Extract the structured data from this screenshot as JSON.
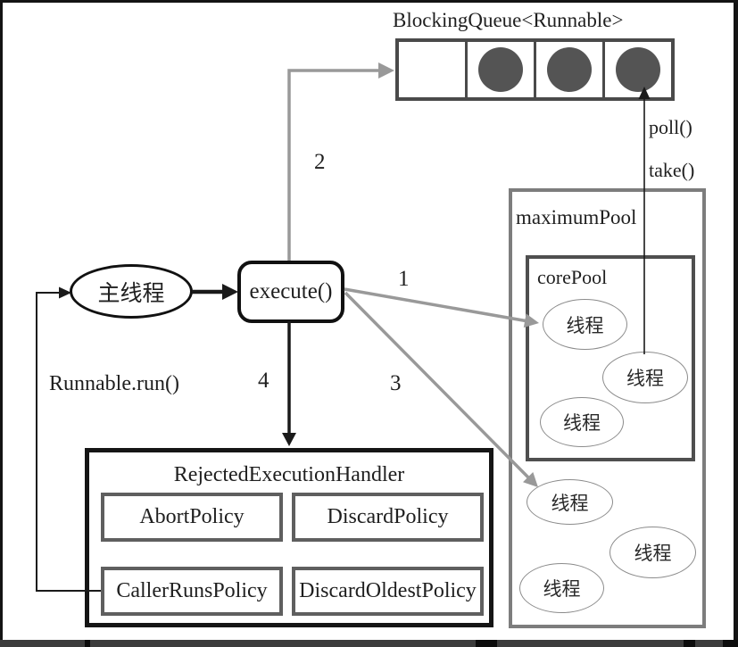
{
  "colors": {
    "ink": "#1a1a1a",
    "arrow_gray": "#999999",
    "queue_border": "#4a4a4a",
    "pool_border": "#7d7d7d",
    "task_fill": "#545454"
  },
  "queue": {
    "title": "BlockingQueue<Runnable>",
    "cells": [
      {
        "filled": false
      },
      {
        "filled": true
      },
      {
        "filled": true
      },
      {
        "filled": true
      }
    ]
  },
  "queue_ops": {
    "poll": "poll()",
    "take": "take()"
  },
  "pools": {
    "maximum_label": "maximumPool",
    "core_label": "corePool",
    "threads": [
      "线程",
      "线程",
      "线程",
      "线程",
      "线程",
      "线程"
    ]
  },
  "flow": {
    "main_thread": "主线程",
    "execute": "execute()",
    "runnable_run": "Runnable.run()",
    "steps": {
      "s1": "1",
      "s2": "2",
      "s3": "3",
      "s4": "4"
    }
  },
  "handler": {
    "title": "RejectedExecutionHandler",
    "policies": [
      "AbortPolicy",
      "DiscardPolicy",
      "CallerRunsPolicy",
      "DiscardOldestPolicy"
    ]
  }
}
